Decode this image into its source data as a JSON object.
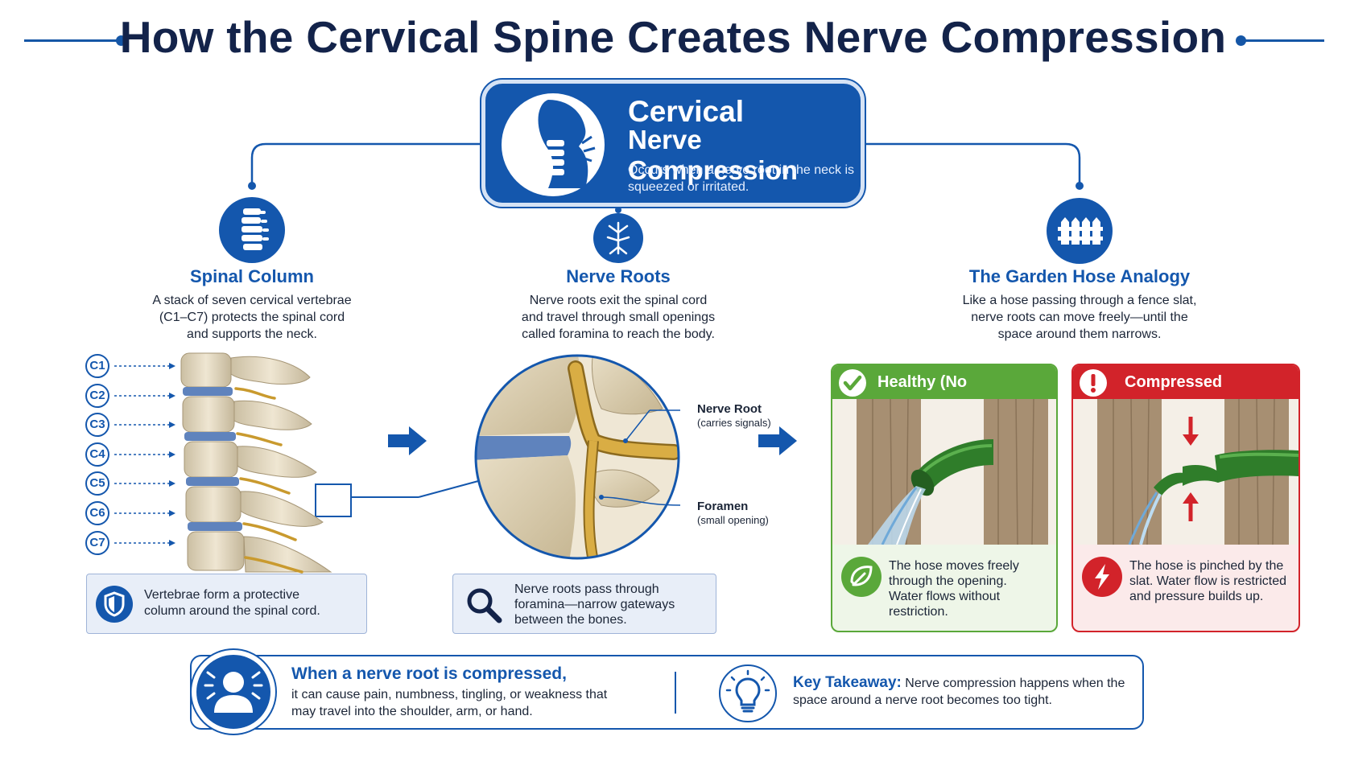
{
  "title": "How the Cervical Spine Creates Nerve Compression",
  "banner": {
    "title_line1": "Cervical",
    "title_line2": "Nerve Compression",
    "description": "Occurs when a nerve root in the neck is squeezed or irritated."
  },
  "sections": [
    {
      "icon": "spine-icon",
      "title": "Spinal Column",
      "description": "A stack of seven cervical vertebrae (C1–C7) protects the spinal cord and supports the neck."
    },
    {
      "icon": "nerve-icon",
      "title": "Nerve Roots",
      "description": "Nerve roots exit the spinal cord and travel through small openings called foramina to reach the body."
    },
    {
      "icon": "fence-icon",
      "title": "The Garden Hose Analogy",
      "description": "Like a hose passing through a fence slat, nerve roots can move freely—until the space around them narrows."
    }
  ],
  "vertebrae": [
    "C1",
    "C2",
    "C3",
    "C4",
    "C5",
    "C6",
    "C7"
  ],
  "detail_labels": {
    "nerve_root": "Nerve Root",
    "nerve_root_sub": "(carries signals)",
    "foramen": "Foramen",
    "foramen_sub": "(small opening)"
  },
  "info_boxes": [
    {
      "icon": "shield-icon",
      "text": "Vertebrae form a protective column around the spinal cord."
    },
    {
      "icon": "magnifier-icon",
      "text": "Nerve roots pass through foramina—narrow gateways between the bones."
    }
  ],
  "hose_cards": [
    {
      "icon": "checkmark-icon",
      "title": "Healthy (No Compression)",
      "footer_icon": "leaf-icon",
      "text": "The hose moves freely through the opening. Water flows without restriction.",
      "color": "#5aa83a"
    },
    {
      "icon": "exclamation-icon",
      "title": "Compressed (Pinched)",
      "footer_icon": "lightning-icon",
      "text": "The hose is pinched by the slat. Water flow is restricted and pressure builds up.",
      "color": "#d2232a"
    }
  ],
  "bottom": {
    "warning_title": "When a nerve root is compressed,",
    "warning_text": "it can cause pain, numbness, tingling, or weakness that may travel into the shoulder, arm, or hand.",
    "key_label": "Key Takeaway:",
    "key_text": "Nerve compression happens when the space around a nerve root becomes too tight."
  },
  "colors": {
    "primary_blue": "#1457ad",
    "navy": "#13234a",
    "healthy_green": "#5aa83a",
    "alert_red": "#d2232a"
  }
}
